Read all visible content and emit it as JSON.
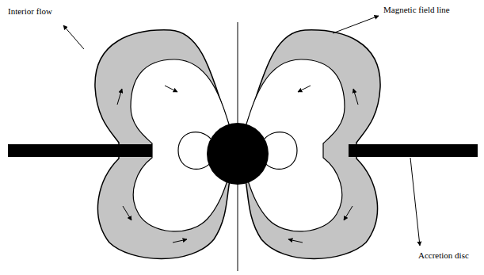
{
  "diagram": {
    "labels": [
      "Interior flow",
      "Magnetic field line",
      "Accretion disc"
    ]
  }
}
